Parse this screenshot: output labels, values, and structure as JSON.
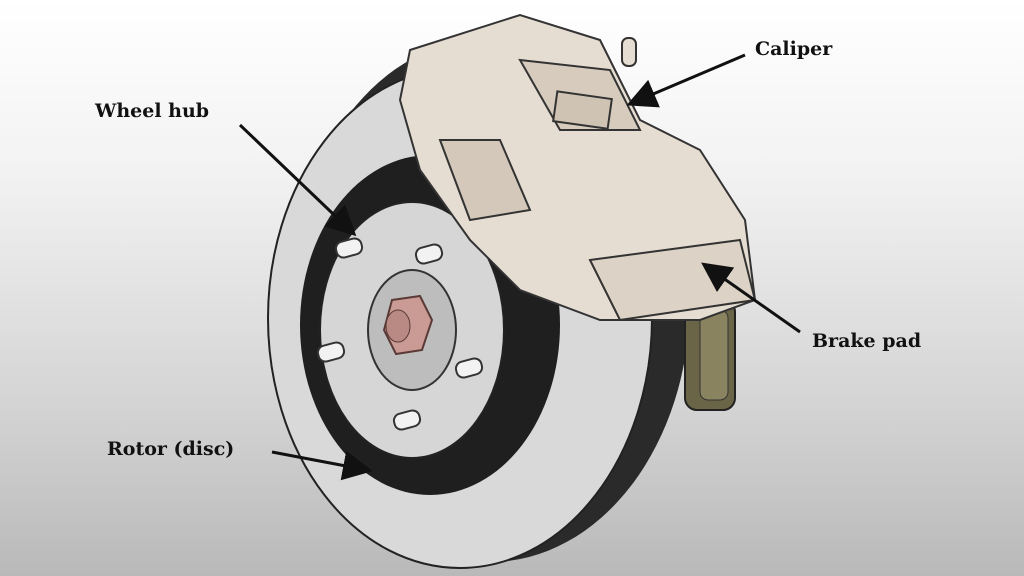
{
  "labels": {
    "wheel_hub": "Wheel hub",
    "caliper": "Caliper",
    "brake_pad": "Brake pad",
    "rotor": "Rotor (disc)"
  },
  "colors": {
    "rotor_face": "#d9d9d9",
    "rotor_edge": "#2b2b2b",
    "caliper": "#e6ddd2",
    "brake_pad": "#6b6547",
    "hub_nut": "#c99b94"
  }
}
